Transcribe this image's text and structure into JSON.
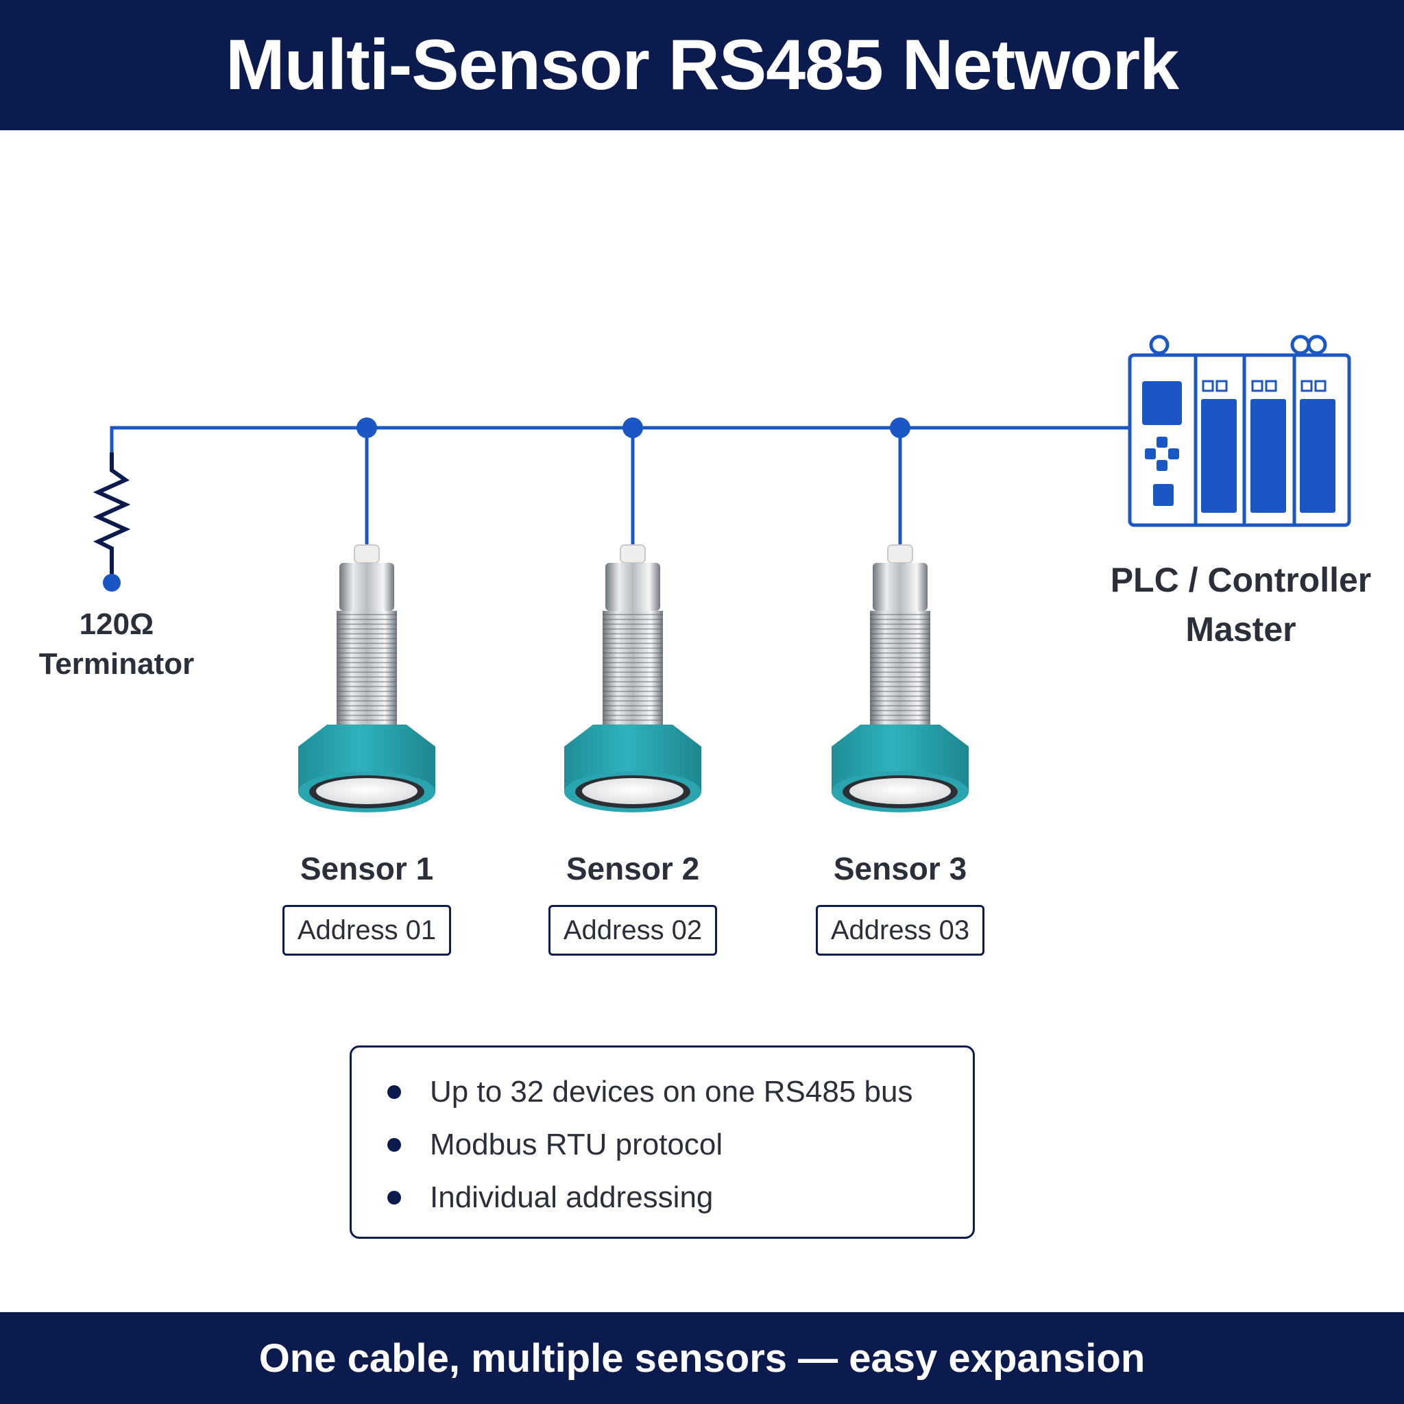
{
  "title": "Multi-Sensor RS485 Network",
  "terminator": {
    "value": "120Ω",
    "label": "Terminator"
  },
  "controller": {
    "line1": "PLC / Controller",
    "line2": "Master"
  },
  "sensors": [
    {
      "name": "Sensor 1",
      "address": "Address 01"
    },
    {
      "name": "Sensor 2",
      "address": "Address 02"
    },
    {
      "name": "Sensor 3",
      "address": "Address 03"
    }
  ],
  "features": [
    "Up to 32 devices on one RS485 bus",
    "Modbus RTU protocol",
    "Individual addressing"
  ],
  "footer": "One cable, multiple sensors — easy expansion",
  "colors": {
    "navy": "#0c1b4d",
    "bus_blue": "#1a56c4",
    "sensor_teal": "#2aa5b0"
  },
  "icons": [
    "resistor-icon",
    "plc-icon",
    "sensor-icon"
  ]
}
